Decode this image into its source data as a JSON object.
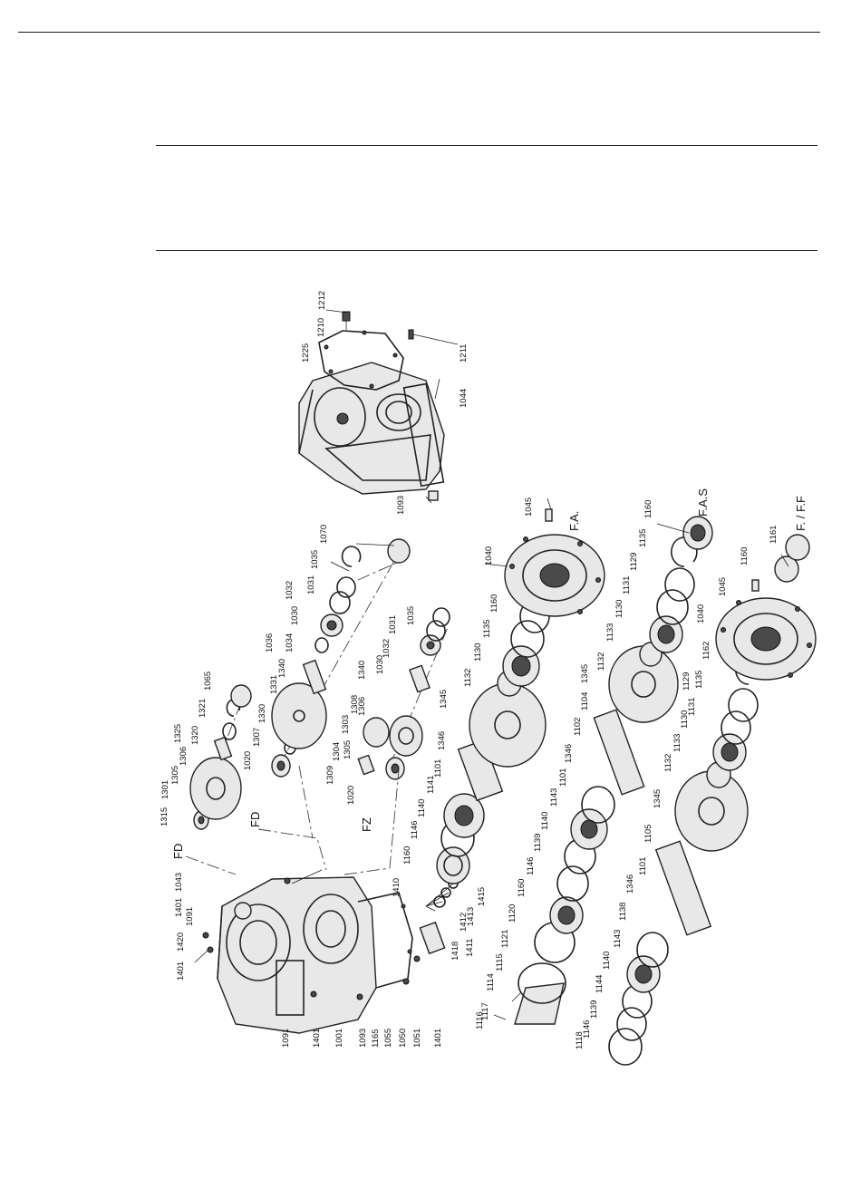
{
  "variants": {
    "fd_a": "FD",
    "fd_b": "FD",
    "fz": "FZ",
    "fa": "F.A.",
    "fas": "F.A.S",
    "ff": "F. / F.F"
  },
  "parts": {
    "p1225": "1225",
    "p1210": "1210",
    "p1212": "1212",
    "p1211": "1211",
    "p1044": "1044",
    "p1093a": "1093",
    "p1070": "1070",
    "p1035a": "1035",
    "p1031a": "1031",
    "p1032a": "1032",
    "p1030a": "1030",
    "p1034": "1034",
    "p1036": "1036",
    "p1340a": "1340",
    "p1331": "1331",
    "p1330": "1330",
    "p1065": "1065",
    "p1321": "1321",
    "p1320": "1320",
    "p1325": "1325",
    "p1306a": "1306",
    "p1305a": "1305",
    "p1301": "1301",
    "p1315": "1315",
    "p1307": "1307",
    "p1020a": "1020",
    "p1035b": "1035",
    "p1031b": "1031",
    "p1032b": "1032",
    "p1030b": "1030",
    "p1340b": "1340",
    "p1308": "1308",
    "p1306b": "1306",
    "p1303": "1303",
    "p1305b": "1305",
    "p1304": "1304",
    "p1309": "1309",
    "p1020b": "1020",
    "p1045a": "1045",
    "p1040a": "1040",
    "p1160a": "1160",
    "p1135a": "1135",
    "p1130a": "1130",
    "p1132a": "1132",
    "p1345a": "1345",
    "p1346a": "1346",
    "p1101a": "1101",
    "p1141": "1141",
    "p1140a": "1140",
    "p1146a": "1146",
    "p1160b": "1160",
    "p1160c": "1160",
    "p1135b": "1135",
    "p1129a": "1129",
    "p1131a": "1131",
    "p1130b": "1130",
    "p1133a": "1133",
    "p1132b": "1132",
    "p1345b": "1345",
    "p1104": "1104",
    "p1102": "1102",
    "p1346b": "1346",
    "p1101b": "1101",
    "p1143a": "1143",
    "p1140b": "1140",
    "p1139a": "1139",
    "p1146b": "1146",
    "p1160d": "1160",
    "p1120": "1120",
    "p1121": "1121",
    "p1115": "1115",
    "p1114": "1114",
    "p1117": "1117",
    "p1116": "1116",
    "p1161": "1161",
    "p1160e": "1160",
    "p1045b": "1045",
    "p1040b": "1040",
    "p1162": "1162",
    "p1135c": "1135",
    "p1129b": "1129",
    "p1131b": "1131",
    "p1130c": "1130",
    "p1133b": "1133",
    "p1132c": "1132",
    "p1345c": "1345",
    "p1105": "1105",
    "p1101c": "1101",
    "p1346c": "1346",
    "p1138": "1138",
    "p1143b": "1143",
    "p1140c": "1140",
    "p1144": "1144",
    "p1139b": "1139",
    "p1146c": "1146",
    "p1118": "1118",
    "p1401a": "1401",
    "p1420": "1420",
    "p1091a": "1091",
    "p1401b": "1401",
    "p1043": "1043",
    "p1410": "1410",
    "p1415": "1415",
    "p1413": "1413",
    "p1412": "1412",
    "p1411": "1411",
    "p1418": "1418",
    "p1091b": "1091",
    "p1401c": "1401",
    "p1001": "1001",
    "p1093b": "1093",
    "p1165": "1165",
    "p1055": "1055",
    "p1050": "1050",
    "p1051": "1051",
    "p1401d": "1401"
  }
}
